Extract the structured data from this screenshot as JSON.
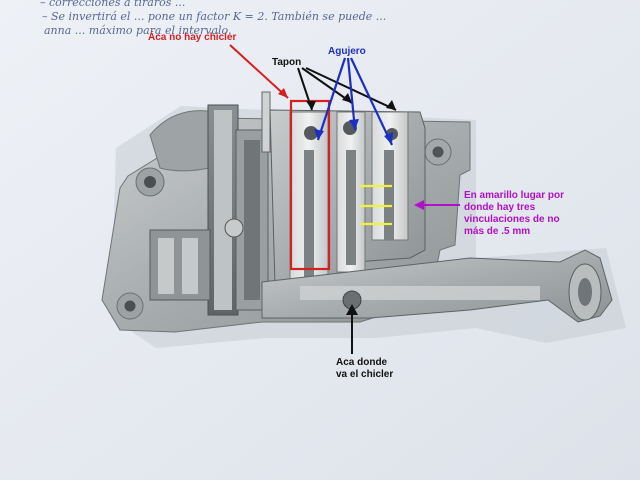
{
  "photo": {
    "handwriting": [
      "– correcciones a tiraros ...",
      "– Se invertirá el ... pone un factor K = 2. También se puede ...",
      "anna ... máximo para el intervalo."
    ],
    "annotations": {
      "no_chicler": "Áca no hay chicler",
      "tapon": "Tapon",
      "agujero": "Agujero",
      "amarillo": [
        "En amarillo lugar por",
        "donde hay tres",
        "vinculaciones de no",
        "más de .5 mm"
      ],
      "chicler": [
        "Aca donde",
        "va el chicler"
      ]
    },
    "colors": {
      "paper": "#e9edf3",
      "metal": "#a9aeb2",
      "red": "#d61f1f",
      "blue": "#1c2fc4",
      "yellow": "#f2f23a",
      "purple": "#b010c8",
      "black": "#111111",
      "ink": "#3e4f86"
    }
  }
}
